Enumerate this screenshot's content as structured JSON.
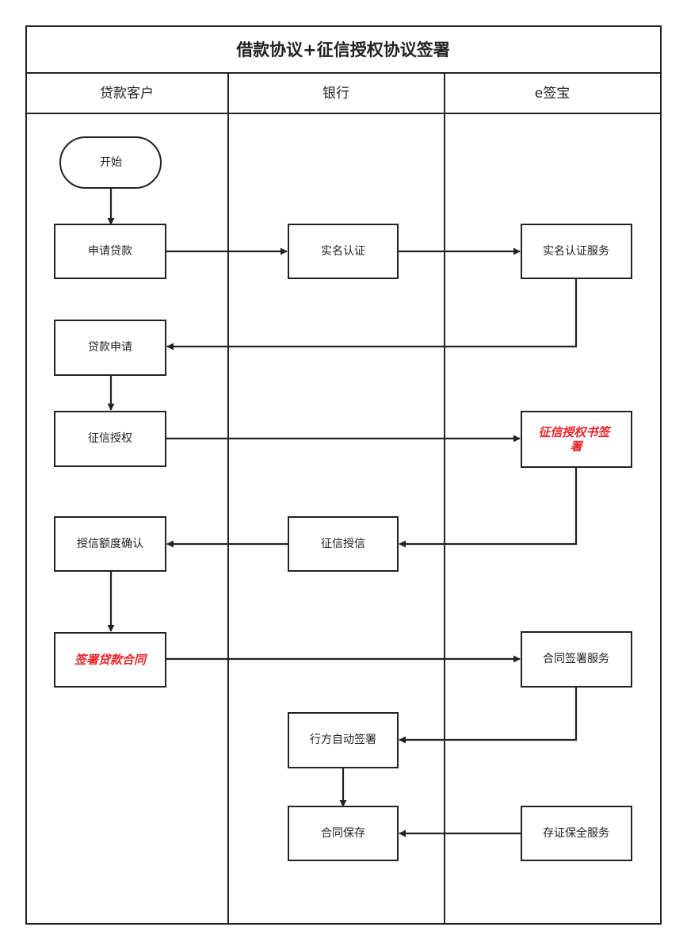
{
  "title": "借款协议+征信授权协议签署",
  "lanes": [
    {
      "id": "customer",
      "label": "贷款客户"
    },
    {
      "id": "bank",
      "label": "银行"
    },
    {
      "id": "esign",
      "label": "e签宝"
    }
  ],
  "nodes": [
    {
      "id": "start",
      "label": "开始",
      "lane": "customer",
      "shape": "terminator",
      "highlight": false
    },
    {
      "id": "apply_loan",
      "label": "申请贷款",
      "lane": "customer",
      "shape": "process",
      "highlight": false
    },
    {
      "id": "realname_verify",
      "label": "实名认证",
      "lane": "bank",
      "shape": "process",
      "highlight": false
    },
    {
      "id": "realname_service",
      "label": "实名认证服务",
      "lane": "esign",
      "shape": "process",
      "highlight": false
    },
    {
      "id": "loan_application",
      "label": "贷款申请",
      "lane": "customer",
      "shape": "process",
      "highlight": false
    },
    {
      "id": "credit_auth",
      "label": "征信授权",
      "lane": "customer",
      "shape": "process",
      "highlight": false
    },
    {
      "id": "credit_auth_sign",
      "label": "征信授权书签署",
      "lane": "esign",
      "shape": "process",
      "highlight": true
    },
    {
      "id": "credit_grant",
      "label": "征信授信",
      "lane": "bank",
      "shape": "process",
      "highlight": false
    },
    {
      "id": "credit_limit_confirm",
      "label": "授信额度确认",
      "lane": "customer",
      "shape": "process",
      "highlight": false
    },
    {
      "id": "sign_loan_contract",
      "label": "签署贷款合同",
      "lane": "customer",
      "shape": "process",
      "highlight": true
    },
    {
      "id": "contract_sign_service",
      "label": "合同签署服务",
      "lane": "esign",
      "shape": "process",
      "highlight": false
    },
    {
      "id": "bank_auto_sign",
      "label": "行方自动签署",
      "lane": "bank",
      "shape": "process",
      "highlight": false
    },
    {
      "id": "contract_save",
      "label": "合同保存",
      "lane": "bank",
      "shape": "process",
      "highlight": false
    },
    {
      "id": "evidence_service",
      "label": "存证保全服务",
      "lane": "esign",
      "shape": "process",
      "highlight": false
    }
  ],
  "edges": [
    {
      "from": "start",
      "to": "apply_loan"
    },
    {
      "from": "apply_loan",
      "to": "realname_verify"
    },
    {
      "from": "realname_verify",
      "to": "realname_service"
    },
    {
      "from": "realname_service",
      "to": "loan_application"
    },
    {
      "from": "loan_application",
      "to": "credit_auth"
    },
    {
      "from": "credit_auth",
      "to": "credit_auth_sign"
    },
    {
      "from": "credit_auth_sign",
      "to": "credit_grant"
    },
    {
      "from": "credit_grant",
      "to": "credit_limit_confirm"
    },
    {
      "from": "credit_limit_confirm",
      "to": "sign_loan_contract"
    },
    {
      "from": "sign_loan_contract",
      "to": "contract_sign_service"
    },
    {
      "from": "contract_sign_service",
      "to": "bank_auto_sign"
    },
    {
      "from": "bank_auto_sign",
      "to": "contract_save"
    },
    {
      "from": "evidence_service",
      "to": "contract_save"
    }
  ],
  "colors": {
    "line": "#222222",
    "highlight_text": "#e8262d",
    "background": "#ffffff"
  }
}
